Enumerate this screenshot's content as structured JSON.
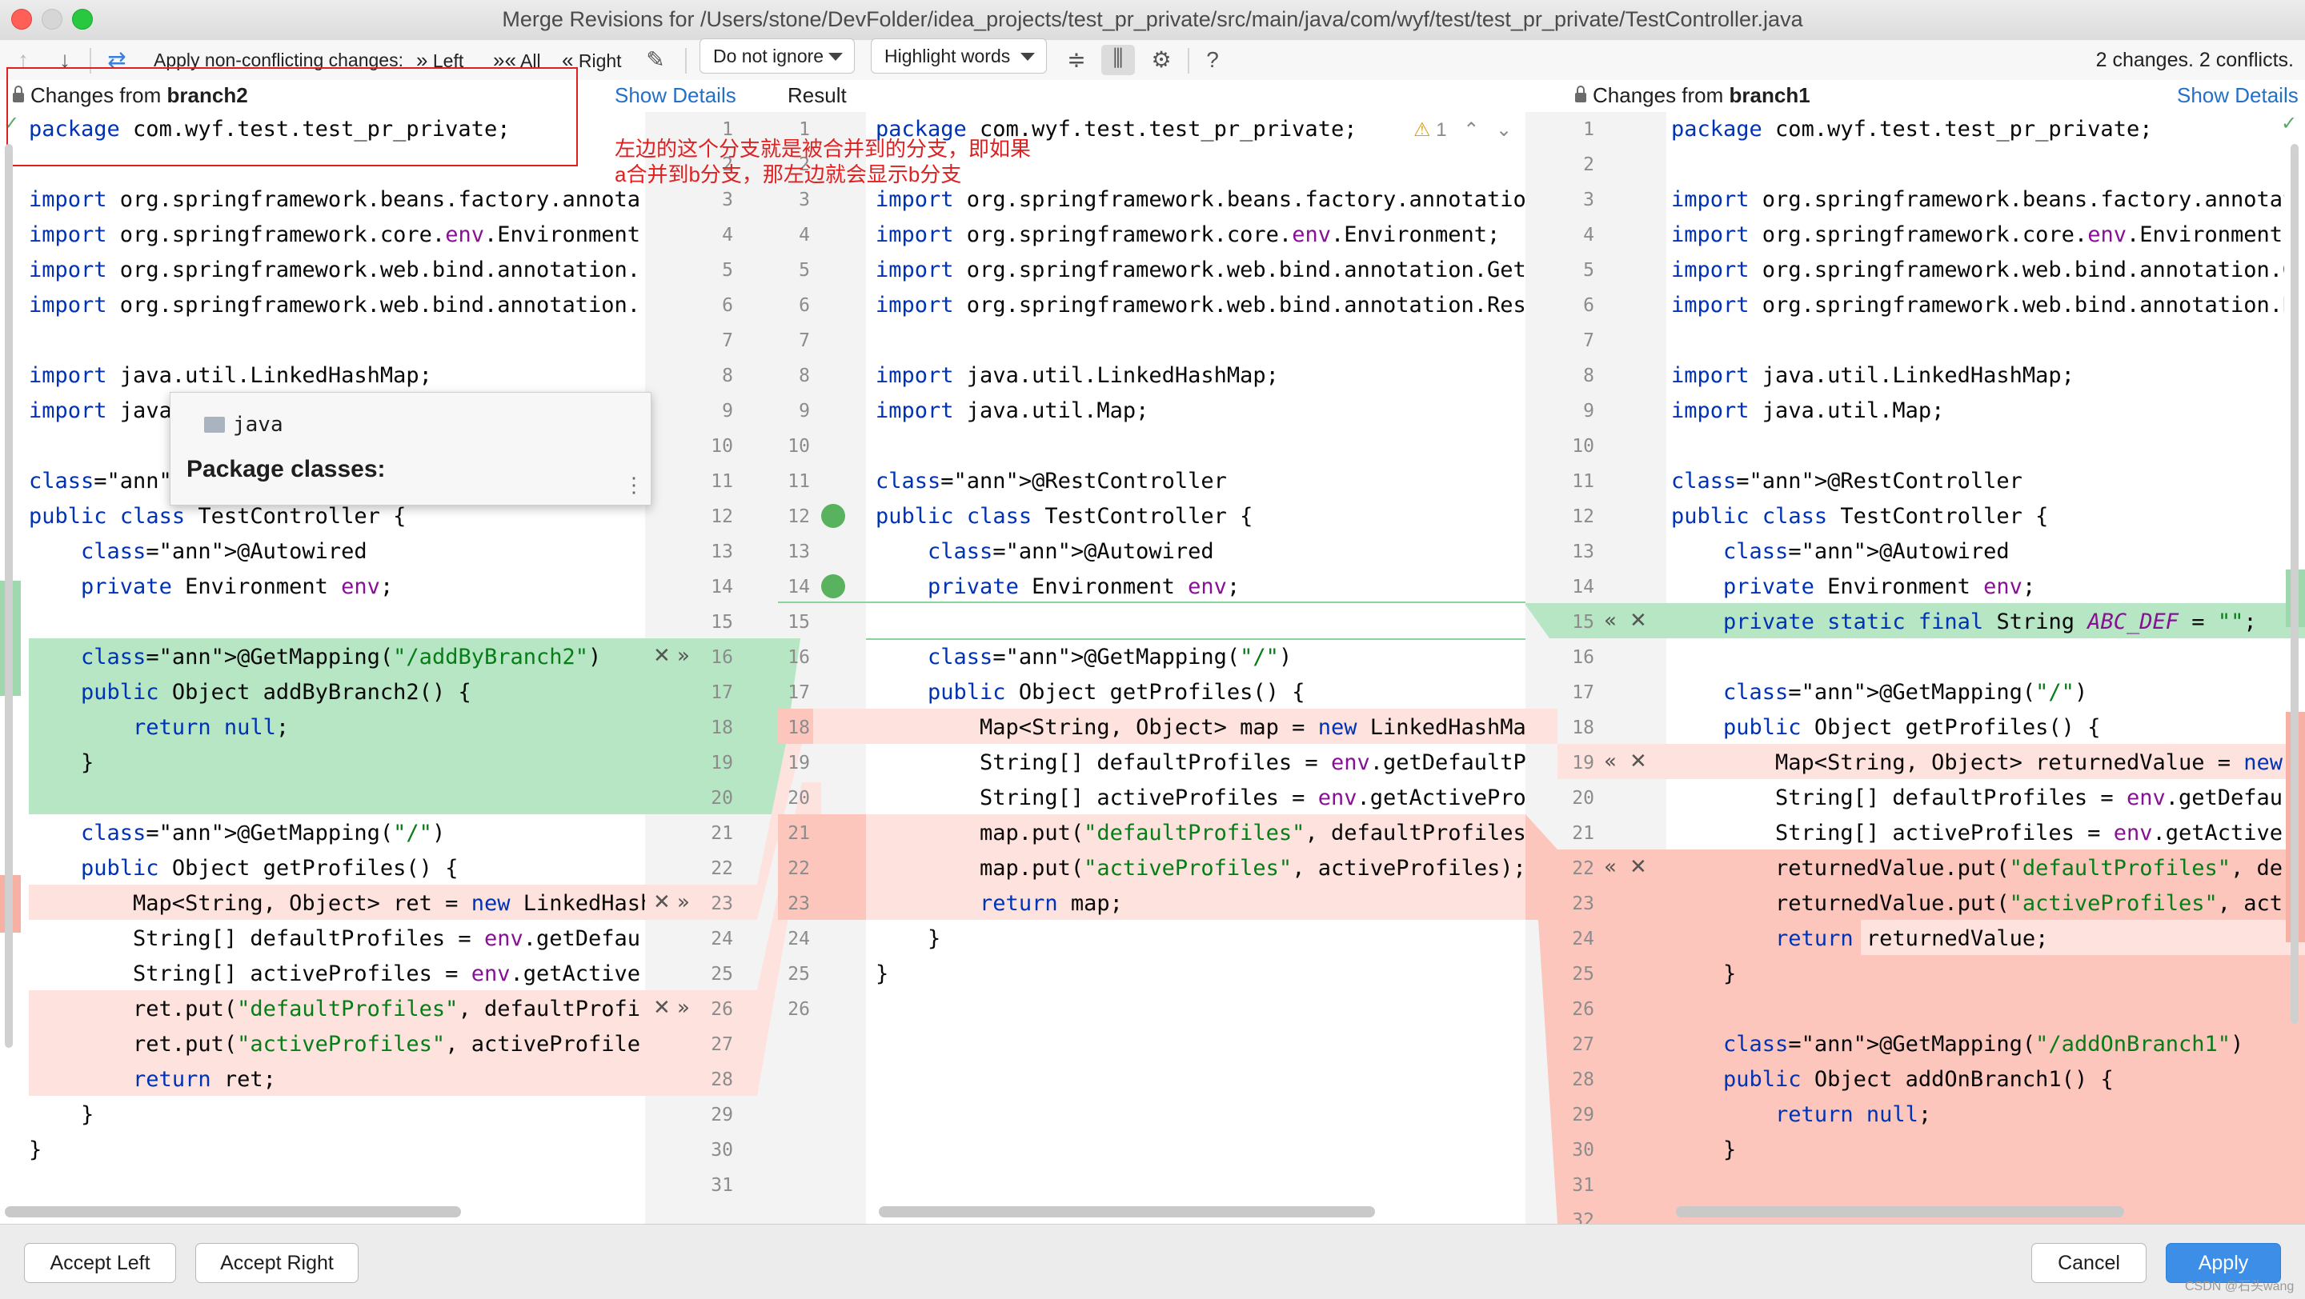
{
  "window": {
    "title": "Merge Revisions for /Users/stone/DevFolder/idea_projects/test_pr_private/src/main/java/com/wyf/test/test_pr_private/TestController.java"
  },
  "toolbar": {
    "apply_label": "Apply non-conflicting changes:",
    "left_label": "Left",
    "all_label": "All",
    "right_label": "Right",
    "ignore_value": "Do not ignore",
    "highlight_value": "Highlight words",
    "status": "2 changes. 2 conflicts."
  },
  "headers": {
    "left_prefix": "Changes from ",
    "left_branch": "branch2",
    "result": "Result",
    "right_prefix": "Changes from ",
    "right_branch": "branch1",
    "show_details": "Show Details"
  },
  "inspection": {
    "count": "1"
  },
  "popup": {
    "package": "java",
    "title": "Package classes:",
    "more": "⋮"
  },
  "annotation": {
    "line1": "左边的这个分支就是被合并到的分支，即如果",
    "line2": "a合并到b分支，那左边就会显示b分支"
  },
  "left_code": [
    "package com.wyf.test.test_pr_private;",
    "",
    "import org.springframework.beans.factory.annota",
    "import org.springframework.core.env.Environment",
    "import org.springframework.web.bind.annotation.",
    "import org.springframework.web.bind.annotation.",
    "",
    "import java.util.LinkedHashMap;",
    "import java",
    "",
    "@RestContro",
    "public class TestController {",
    "    @Autowired",
    "    private Environment env;",
    "",
    "    @GetMapping(\"/addByBranch2\")",
    "    public Object addByBranch2() {",
    "        return null;",
    "    }",
    "",
    "    @GetMapping(\"/\")",
    "    public Object getProfiles() {",
    "        Map<String, Object> ret = new LinkedHash",
    "        String[] defaultProfiles = env.getDefau",
    "        String[] activeProfiles = env.getActive",
    "        ret.put(\"defaultProfiles\", defaultProfi",
    "        ret.put(\"activeProfiles\", activeProfile",
    "        return ret;",
    "    }",
    "}"
  ],
  "left_nums": [
    "1",
    "2",
    "3",
    "4",
    "5",
    "6",
    "7",
    "8",
    "9",
    "10",
    "11",
    "12",
    "13",
    "14",
    "15",
    "16",
    "17",
    "18",
    "19",
    "20",
    "21",
    "22",
    "23",
    "24",
    "25",
    "26",
    "27",
    "28",
    "29",
    "30",
    "31"
  ],
  "result_code": [
    "package com.wyf.test.test_pr_private;",
    "",
    "import org.springframework.beans.factory.annotation",
    "import org.springframework.core.env.Environment;",
    "import org.springframework.web.bind.annotation.GetM",
    "import org.springframework.web.bind.annotation.Rest",
    "",
    "import java.util.LinkedHashMap;",
    "import java.util.Map;",
    "",
    "@RestController",
    "public class TestController {",
    "    @Autowired",
    "    private Environment env;",
    "",
    "    @GetMapping(\"/\")",
    "    public Object getProfiles() {",
    "        Map<String, Object> map = new LinkedHashMap",
    "        String[] defaultProfiles = env.getDefaultPr",
    "        String[] activeProfiles = env.getActiveProf",
    "        map.put(\"defaultProfiles\", defaultProfiles)",
    "        map.put(\"activeProfiles\", activeProfiles);",
    "        return map;",
    "    }",
    "}"
  ],
  "result_nums": [
    "1",
    "2",
    "3",
    "4",
    "5",
    "6",
    "7",
    "8",
    "9",
    "10",
    "11",
    "12",
    "13",
    "14",
    "15",
    "16",
    "17",
    "18",
    "19",
    "20",
    "21",
    "22",
    "23",
    "24",
    "25",
    "26"
  ],
  "right_code": [
    "package com.wyf.test.test_pr_private;",
    "",
    "import org.springframework.beans.factory.annotati",
    "import org.springframework.core.env.Environment;",
    "import org.springframework.web.bind.annotation.Ge",
    "import org.springframework.web.bind.annotation.Re",
    "",
    "import java.util.LinkedHashMap;",
    "import java.util.Map;",
    "",
    "@RestController",
    "public class TestController {",
    "    @Autowired",
    "    private Environment env;",
    "    private static final String ABC_DEF = \"\";",
    "",
    "    @GetMapping(\"/\")",
    "    public Object getProfiles() {",
    "        Map<String, Object> returnedValue = new",
    "        String[] defaultProfiles = env.getDefaul",
    "        String[] activeProfiles = env.getActiveP",
    "        returnedValue.put(\"defaultProfiles\", def",
    "        returnedValue.put(\"activeProfiles\", acti",
    "        return returnedValue;",
    "    }",
    "",
    "    @GetMapping(\"/addOnBranch1\")",
    "    public Object addOnBranch1() {",
    "        return null;",
    "    }",
    ""
  ],
  "right_nums": [
    "1",
    "2",
    "3",
    "4",
    "5",
    "6",
    "7",
    "8",
    "9",
    "10",
    "11",
    "12",
    "13",
    "14",
    "15",
    "16",
    "17",
    "18",
    "19",
    "20",
    "21",
    "22",
    "23",
    "24",
    "25",
    "26",
    "27",
    "28",
    "29",
    "30",
    "31",
    "32"
  ],
  "buttons": {
    "accept_left": "Accept Left",
    "accept_right": "Accept Right",
    "cancel": "Cancel",
    "apply": "Apply"
  },
  "watermark": "CSDN @石头wang",
  "colors": {
    "added": "#b6e6c3",
    "conflict": "#fde2dd",
    "conflict_strong": "#fcc6bc",
    "annotation": "#e02020",
    "primary": "#3d8ee6"
  },
  "icons": [
    "arrow-up-icon",
    "arrow-down-icon",
    "magic-resolve-icon",
    "double-chevron-right-icon",
    "double-chevron-left-icon",
    "wand-icon",
    "collapse-icon",
    "columns-icon",
    "gear-icon",
    "help-icon",
    "lock-icon",
    "warning-icon",
    "accept-left-icon",
    "accept-right-icon",
    "ignore-x-icon",
    "spring-bean-icon",
    "folder-icon"
  ]
}
